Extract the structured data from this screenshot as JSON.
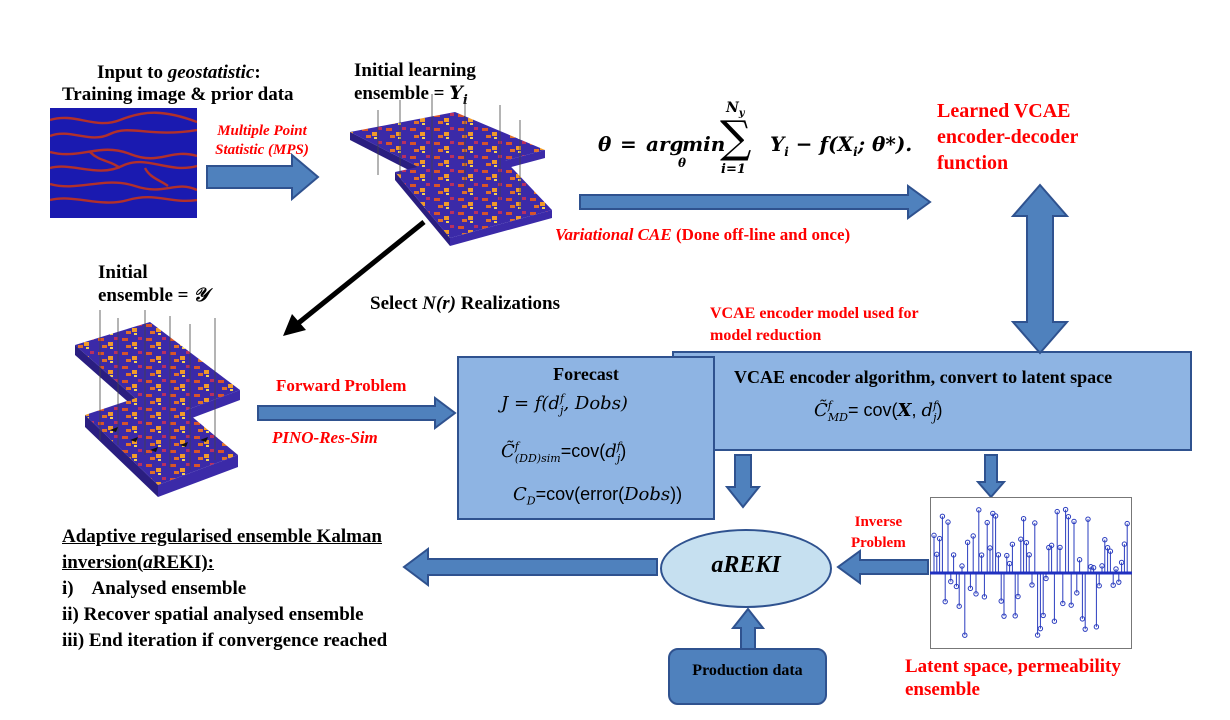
{
  "top_left": {
    "title_prefix": "Input to ",
    "title_italic": "geostatistic",
    "title_suffix": ":",
    "subtitle": "Training image & prior data",
    "mps_line1": "Multiple Point",
    "mps_line2": "Statistic (MPS)"
  },
  "initial_learning": {
    "line1": "Initial learning",
    "line2": "ensemble = ",
    "symbol": "Y",
    "subscript": "i"
  },
  "equation": {
    "lhs": "θ",
    "eq": "=",
    "arg": "arg",
    "min": "min",
    "min_sub": "θ",
    "sum_top": "N",
    "sum_top_sub": "y",
    "sum_bottom": "i=1",
    "body": "Y",
    "body_sub": "i",
    "rest": " − f(X",
    "rest_sub": "i",
    "rest_end": "; θ*)."
  },
  "learned_vcae": {
    "line1": "Learned VCAE",
    "line2": "encoder-decoder",
    "line3": "function"
  },
  "variational": {
    "italic": "Variational CAE",
    "normal": " (Done off-line and once)"
  },
  "initial_ensemble": {
    "line1": "Initial",
    "line2": "ensemble = ",
    "symbol": "𝒴"
  },
  "select_label": {
    "prefix": "Select ",
    "italic": "N(r)",
    "suffix": " Realizations"
  },
  "vcae_model_note": {
    "line1": "VCAE encoder model  used for",
    "line2": "model reduction"
  },
  "forward": {
    "label": "Forward Problem",
    "pino": "PINO-Res-Sim"
  },
  "forecast_box": {
    "title": "Forecast",
    "eq1": "J = f(d",
    "eq1_sup": "f",
    "eq1_sub": "j",
    "eq1_end": ", Dobs)",
    "eq2_c": "C̃",
    "eq2_sup": "f",
    "eq2_sub": "(DD)sim",
    "eq2_mid": "=cov(",
    "eq2_d": "d",
    "eq2_dsup": "f",
    "eq2_dsub": "j",
    "eq2_end": ")",
    "eq3_c": "C",
    "eq3_sub": "D",
    "eq3_mid": "=cov(error(",
    "eq3_it": "Dobs",
    "eq3_end": "))"
  },
  "encoder_box": {
    "title": "VCAE encoder algorithm, convert to latent space",
    "eq_c": "C̃",
    "eq_sup": "f",
    "eq_sub": "MD",
    "eq_mid": "= cov(",
    "eq_x": "𝑿",
    "eq_comma": ", ",
    "eq_d": "d",
    "eq_dsup": "f",
    "eq_dsub": "j",
    "eq_end": ")"
  },
  "inverse": {
    "line1": "Inverse",
    "line2": "Problem"
  },
  "areki": {
    "label": "aREKI"
  },
  "production": {
    "label": "Production data"
  },
  "latent_caption": {
    "line1": "Latent space, permeability",
    "line2": "ensemble"
  },
  "areki_list": {
    "title1": "Adaptive regularised ensemble Kalman",
    "title2_prefix": "inversion(",
    "title2_italic": "a",
    "title2_suffix": "REKI):",
    "item1": "i)    Analysed ensemble",
    "item2": "ii) Recover spatial analysed ensemble",
    "item3": "iii) End iteration if convergence reached"
  },
  "colors": {
    "arrow_fill": "#4f81bd",
    "arrow_stroke": "#2f528f",
    "box_fill": "#8eb4e3",
    "ellipse_fill": "#c6e0f0",
    "accent_red": "#ff0000",
    "production_fill": "#4f81bd",
    "field_base": "#1a1ab0"
  }
}
